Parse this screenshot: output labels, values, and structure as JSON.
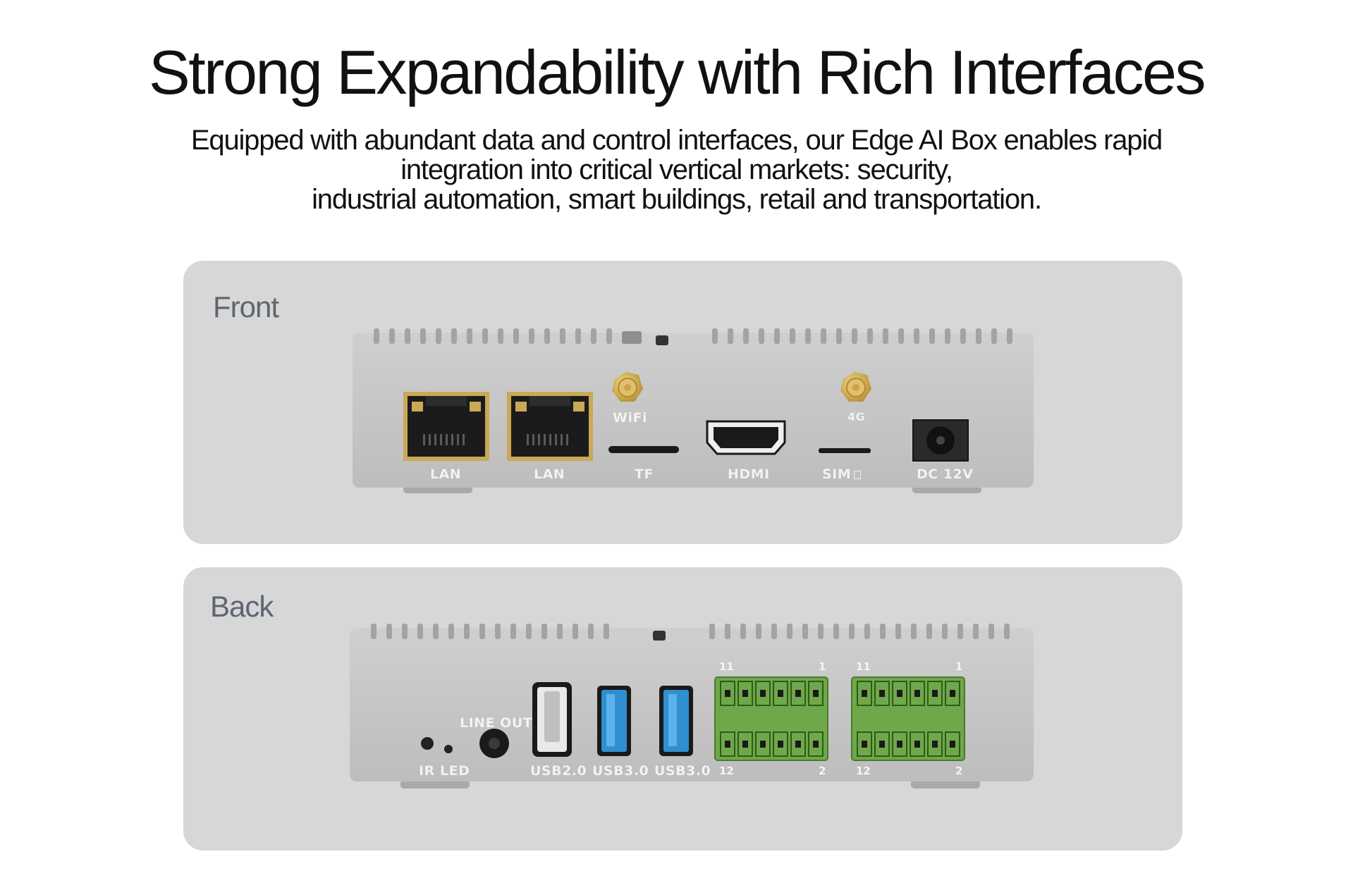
{
  "header": {
    "title": "Strong Expandability with Rich Interfaces",
    "subtitle_lines": [
      "Equipped with abundant data and control interfaces, our Edge AI Box enables rapid",
      "integration into critical vertical markets: security,",
      "industrial automation, smart buildings, retail and transportation."
    ]
  },
  "front": {
    "label": "Front",
    "ports": {
      "lan1": "LAN",
      "lan2": "LAN",
      "tf": "TF",
      "wifi": "WiFi",
      "hdmi": "HDMI",
      "g4": "4G",
      "sim": "SIM",
      "dc": "DC 12V"
    }
  },
  "back": {
    "label": "Back",
    "ports": {
      "ir": "IR",
      "led": "LED",
      "line_out": "LINE OUT",
      "usb20": "USB2.0",
      "usb30a": "USB3.0",
      "usb30b": "USB3.0"
    },
    "terminals": {
      "top_left": "11",
      "top_right": "1",
      "bottom_left": "12",
      "bottom_right": "2"
    }
  },
  "colors": {
    "panel": "#d7d7d7",
    "device": "#c9c9c9",
    "rj45_gold": "#c9a957",
    "usb3_blue": "#2f8fd0",
    "terminal_green": "#6fa84a"
  }
}
